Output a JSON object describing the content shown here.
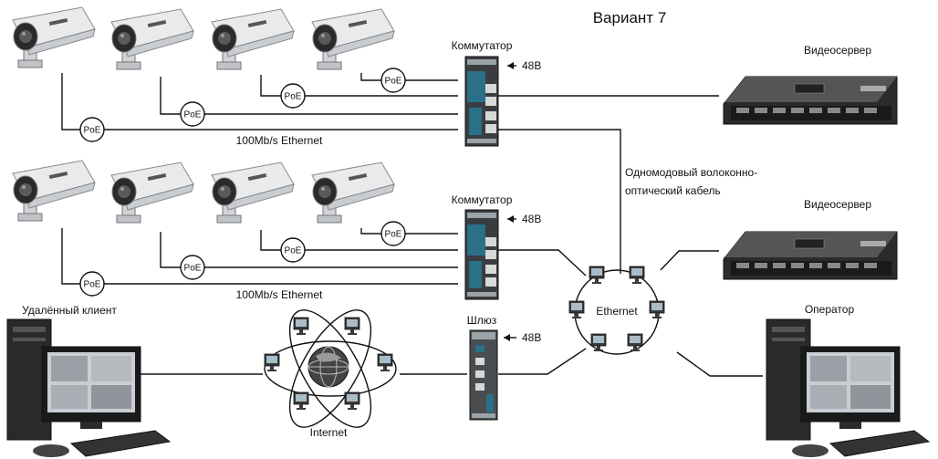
{
  "title": "Вариант 7",
  "labels": {
    "switch_top": "Коммутатор",
    "switch_mid": "Коммутатор",
    "gateway": "Шлюз",
    "power_top": "48В",
    "power_mid": "48В",
    "power_gw": "48В",
    "ethernet_top": "100Mb/s Ethernet",
    "ethernet_mid": "100Mb/s Ethernet",
    "fiber_line1": "Одномодовый волоконно-",
    "fiber_line2": "оптический кабель",
    "video_server_top": "Видеосервер",
    "video_server_mid": "Видеосервер",
    "remote_client": "Удалённый клиент",
    "operator": "Оператор",
    "ethernet_ring": "Ethernet",
    "internet": "Internet"
  },
  "poe_label": "PoE",
  "icons": {
    "camera": "camera-icon",
    "switch": "switch-icon",
    "gateway": "gateway-icon",
    "server": "server-icon",
    "workstation": "workstation-icon",
    "globe": "globe-icon",
    "computer": "computer-icon"
  },
  "colors": {
    "line": "#111111",
    "device": "#333333",
    "accent": "#2b6f88"
  }
}
